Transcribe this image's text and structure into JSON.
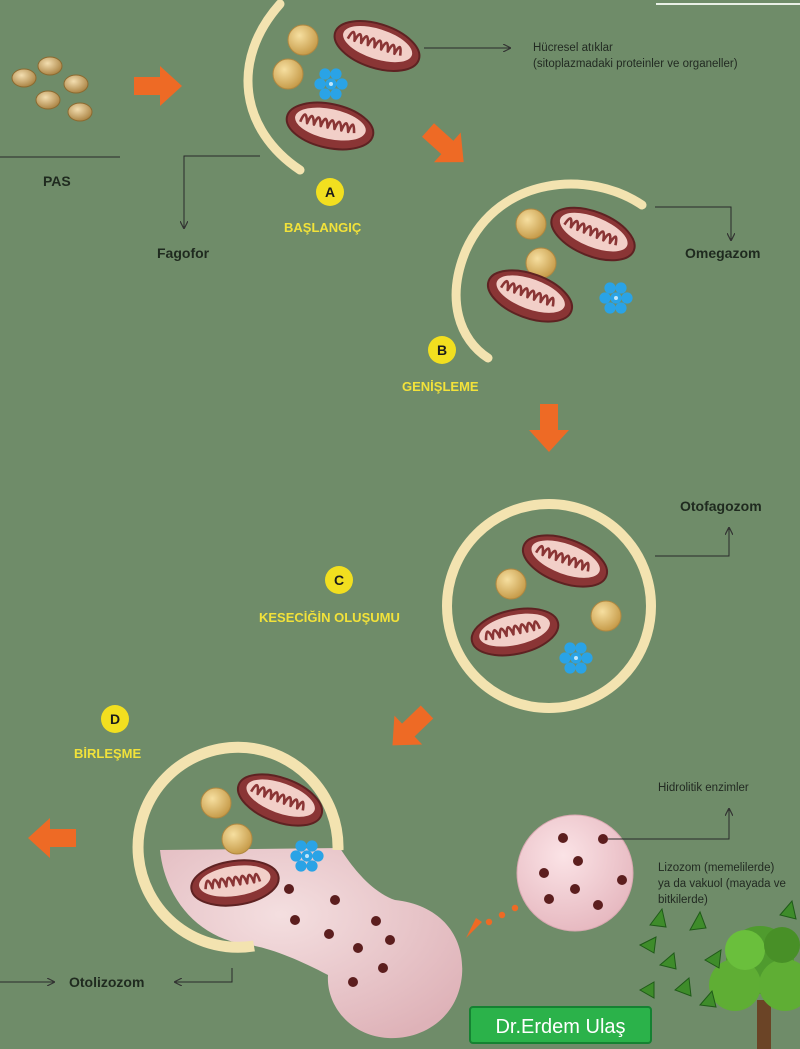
{
  "labels": {
    "pas": "PAS",
    "fagofor": "Fagofor",
    "omegazom": "Omegazom",
    "otofagozom": "Otofagozom",
    "otolizozom": "Otolizozom",
    "hucresel_atiklar_line1": "Hücresel atıklar",
    "hucresel_atiklar_line2": "(sitoplazmadaki proteinler ve organeller)",
    "hidrolitik_enzimler": "Hidrolitik enzimler",
    "lizozom_line1": "Lizozom (memelilerde)",
    "lizozom_line2": "ya da vakuol (mayada ve",
    "lizozom_line3": "bitkilerde)"
  },
  "stages": [
    {
      "badge": "A",
      "label": "BAŞLANGIÇ"
    },
    {
      "badge": "B",
      "label": "GENİŞLEME"
    },
    {
      "badge": "C",
      "label": "KESECİĞİN OLUŞUMU"
    },
    {
      "badge": "D",
      "label": "BİRLEŞME"
    }
  ],
  "watermark": "Dr.Erdem Ulaş",
  "colors": {
    "background": "#6f8c69",
    "membrane": "#f3e3b0",
    "arrow": "#ee6a25",
    "stage_label": "#f2e23a",
    "badge": "#f2df1f",
    "mitochondria": "#8a3535",
    "protein_cluster": "#2aa3e6",
    "lysosome": "#efc9cf",
    "enzyme": "#5c1e1e",
    "watermark_bg": "#2bb24a"
  }
}
